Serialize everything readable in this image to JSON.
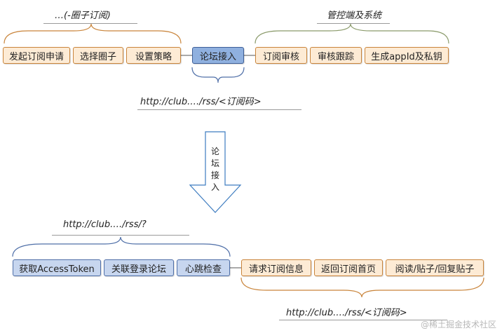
{
  "top": {
    "left_title": "…(-圈子订阅)",
    "right_title": "管控端及系统",
    "boxes": [
      "发起订阅申请",
      "选择圈子",
      "设置策略",
      "论坛接入",
      "订阅审核",
      "审核跟踪",
      "生成appId及私钥"
    ],
    "url": "http://club.…/rss/<订阅码>"
  },
  "arrow": {
    "label": "论坛接入"
  },
  "bottom": {
    "url_top": "http://club.…/rss/?",
    "boxes": [
      "获取AccessToken",
      "关联登录论坛",
      "心跳检查",
      "请求订阅信息",
      "返回订阅首页",
      "阅读/贴子/回复贴子"
    ],
    "url_bottom": "http://club.…/rss/<订阅码>"
  },
  "watermark": "@稀土掘金技术社区",
  "colors": {
    "orange_border": "#c9843a",
    "orange_fill": "#fdebd5",
    "blue_fill": "#c7d6ef",
    "blue_accent": "#8fb0df",
    "blue_border": "#4f6fa8",
    "arrow_stroke": "#3d7cc0"
  }
}
